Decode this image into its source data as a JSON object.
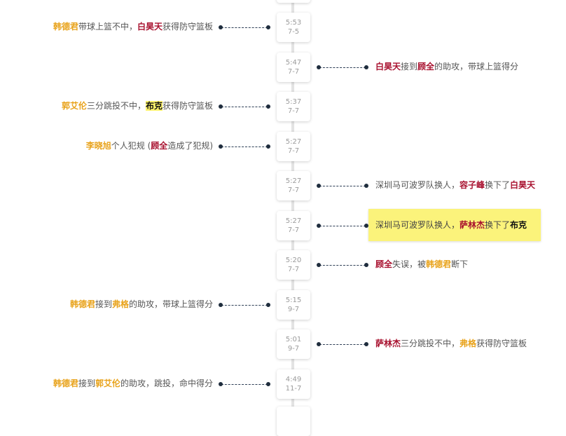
{
  "events": [
    {
      "time": "5:53",
      "score": "7-5",
      "side": "left",
      "parts": [
        {
          "t": "韩德君",
          "c": "away"
        },
        {
          "t": "带球上篮不中，"
        },
        {
          "t": "白昊天",
          "c": "home"
        },
        {
          "t": "获得防守篮板"
        }
      ]
    },
    {
      "time": "5:47",
      "score": "7-7",
      "side": "right",
      "parts": [
        {
          "t": "白昊天",
          "c": "home"
        },
        {
          "t": "接到"
        },
        {
          "t": "顾全",
          "c": "home"
        },
        {
          "t": "的助攻，带球上篮得分"
        }
      ]
    },
    {
      "time": "5:37",
      "score": "7-7",
      "side": "left",
      "parts": [
        {
          "t": "郭艾伦",
          "c": "away"
        },
        {
          "t": "三分跳投不中，"
        },
        {
          "t": "布克",
          "c": "hl"
        },
        {
          "t": "获得防守篮板"
        }
      ]
    },
    {
      "time": "5:27",
      "score": "7-7",
      "side": "left",
      "parts": [
        {
          "t": "李晓旭",
          "c": "away"
        },
        {
          "t": "个人犯规 ("
        },
        {
          "t": "顾全",
          "c": "home"
        },
        {
          "t": "造成了犯规)"
        }
      ]
    },
    {
      "time": "5:27",
      "score": "7-7",
      "side": "right",
      "parts": [
        {
          "t": "深圳马可波罗队换人，"
        },
        {
          "t": "容子峰",
          "c": "home"
        },
        {
          "t": "换下了"
        },
        {
          "t": "白昊天",
          "c": "home"
        }
      ]
    },
    {
      "time": "5:27",
      "score": "7-7",
      "side": "right",
      "highlight": true,
      "parts": [
        {
          "t": "深圳马可波罗队换人，"
        },
        {
          "t": "萨林杰",
          "c": "home"
        },
        {
          "t": "换下了"
        },
        {
          "t": "布克",
          "c": "dark"
        }
      ]
    },
    {
      "time": "5:20",
      "score": "7-7",
      "side": "right",
      "parts": [
        {
          "t": "顾全",
          "c": "home"
        },
        {
          "t": "失误，被"
        },
        {
          "t": "韩德君",
          "c": "away"
        },
        {
          "t": "断下"
        }
      ]
    },
    {
      "time": "5:15",
      "score": "9-7",
      "side": "left",
      "parts": [
        {
          "t": "韩德君",
          "c": "away"
        },
        {
          "t": "接到"
        },
        {
          "t": "弗格",
          "c": "away"
        },
        {
          "t": "的助攻，带球上篮得分"
        }
      ]
    },
    {
      "time": "5:01",
      "score": "9-7",
      "side": "right",
      "parts": [
        {
          "t": "萨林杰",
          "c": "home"
        },
        {
          "t": "三分跳投不中，"
        },
        {
          "t": "弗格",
          "c": "away"
        },
        {
          "t": "获得防守篮板"
        }
      ]
    },
    {
      "time": "4:49",
      "score": "11-7",
      "side": "left",
      "parts": [
        {
          "t": "韩德君",
          "c": "away"
        },
        {
          "t": "接到"
        },
        {
          "t": "郭艾伦",
          "c": "away"
        },
        {
          "t": "的助攻，跳投，命中得分"
        }
      ]
    }
  ],
  "colors": {
    "away_player": "#e8a21a",
    "home_player": "#a8102e",
    "highlight_bg": "#fbf37b",
    "name_highlight_bg": "#fff36b",
    "axis": "#e3e3e3"
  }
}
